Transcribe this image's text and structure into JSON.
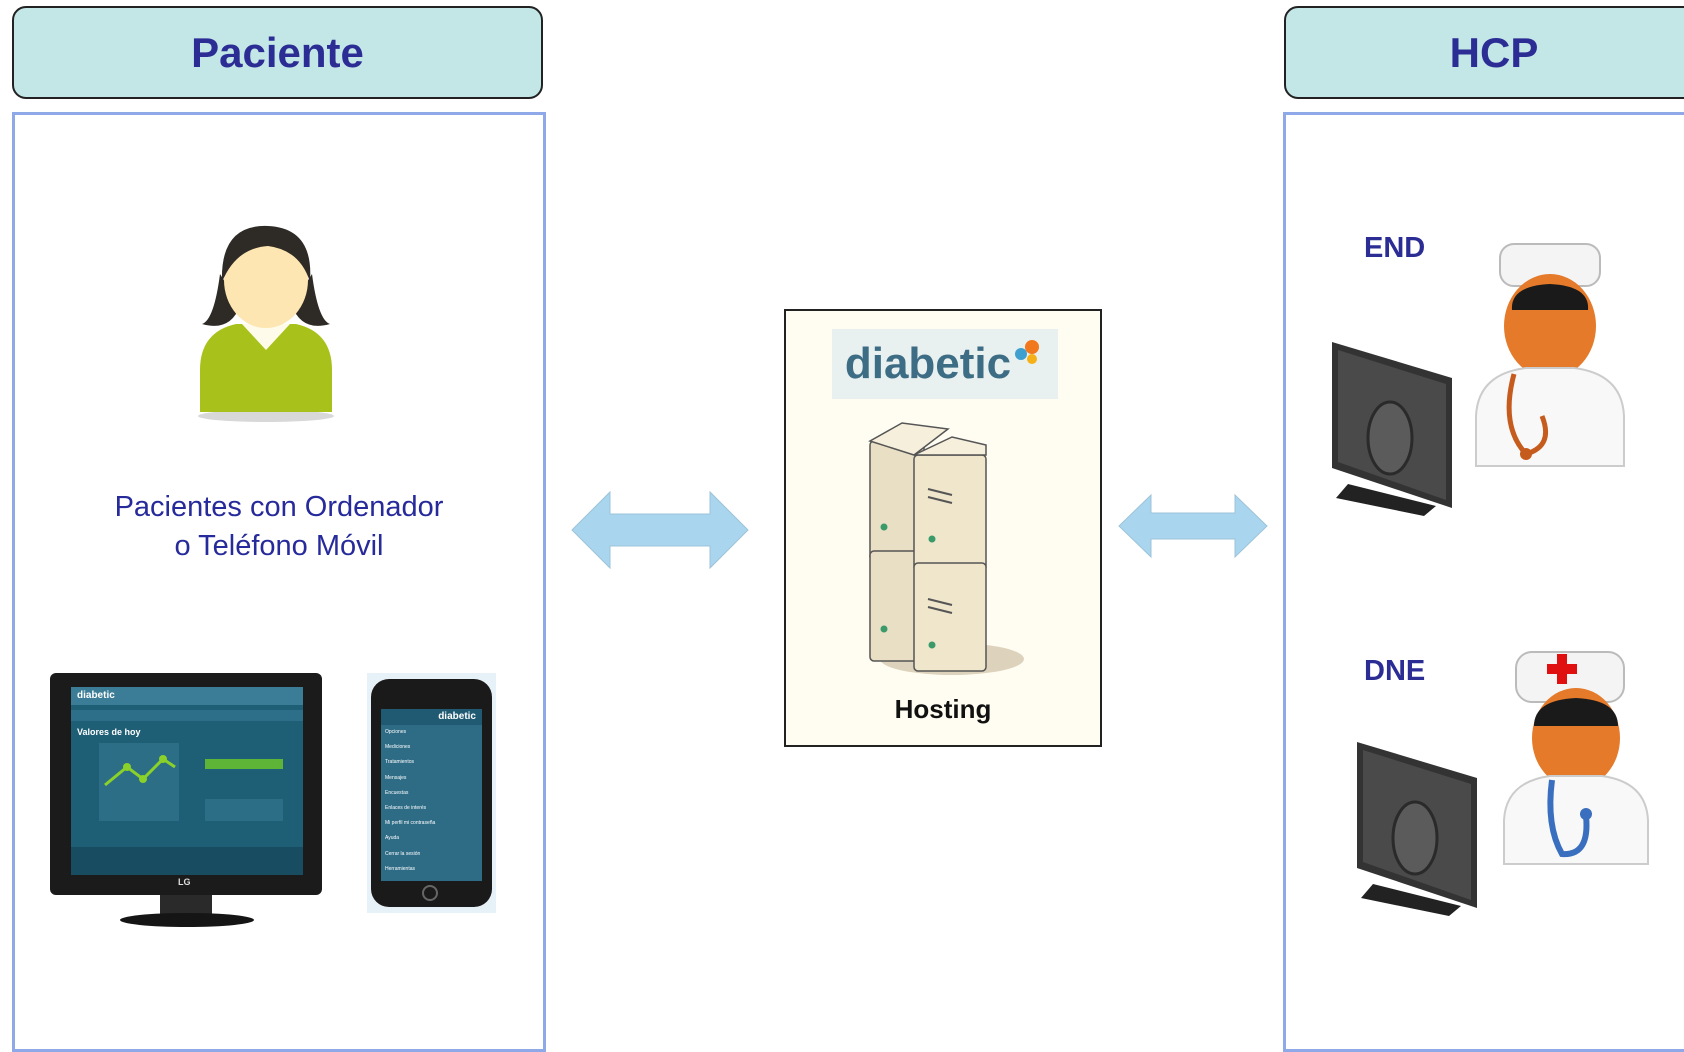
{
  "left_section": {
    "title": "Paciente",
    "caption_line1": "Pacientes con Ordenador",
    "caption_line2": "o Teléfono Móvil",
    "monitor_brand": "LG",
    "monitor_app_name": "diabetic",
    "dashboard_heading": "Valores de hoy",
    "phone_app_name": "diabetic",
    "phone_menu": [
      "Opciones",
      "Mediciones",
      "Tratamientos",
      "Mensajes",
      "Encuestas",
      "Enlaces de interés",
      "Mi perfil mi contraseña",
      "Ayuda",
      "Cerrar la sesión",
      "Herramientas"
    ]
  },
  "center": {
    "logo_text": "diabetic",
    "label": "Hosting"
  },
  "right_section": {
    "title": "HCP",
    "role1": "END",
    "role2": "DNE"
  },
  "colors": {
    "header_fill": "#c3e6e6",
    "header_text": "#2b2d95",
    "panel_border": "#8ea8e8",
    "arrow_fill": "#a9d6ee"
  },
  "icons": [
    "patient-avatar-icon",
    "server-icon",
    "doctor-icon",
    "nurse-icon",
    "computer-monitor-icon",
    "double-arrow-icon"
  ]
}
